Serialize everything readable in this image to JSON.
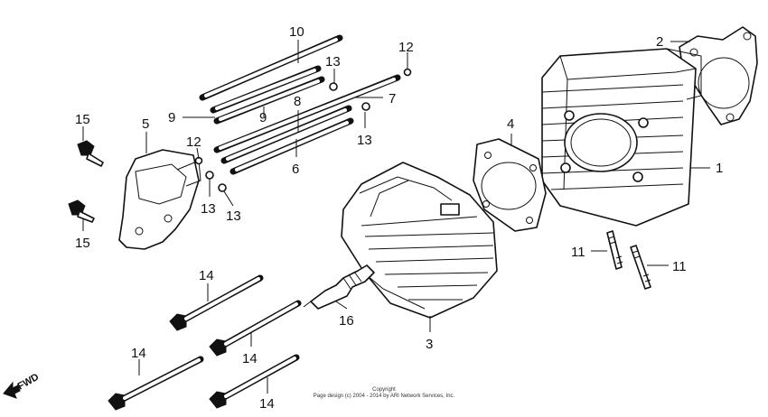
{
  "labels": {
    "l1": "1",
    "l2": "2",
    "l3": "3",
    "l4": "4",
    "l5": "5",
    "l6": "6",
    "l7": "7",
    "l8": "8",
    "l9a": "9",
    "l9b": "9",
    "l10": "10",
    "l11a": "11",
    "l11b": "11",
    "l12a": "12",
    "l12b": "12",
    "l13a": "13",
    "l13b": "13",
    "l13c": "13",
    "l13d": "13",
    "l14a": "14",
    "l14b": "14",
    "l14c": "14",
    "l14d": "14",
    "l15a": "15",
    "l15b": "15",
    "l16": "16"
  },
  "direction_label": "FWD",
  "copyright": {
    "line1": "Copyright",
    "line2": "Page design (c) 2004 - 2014 by ARI Network Services, Inc."
  }
}
